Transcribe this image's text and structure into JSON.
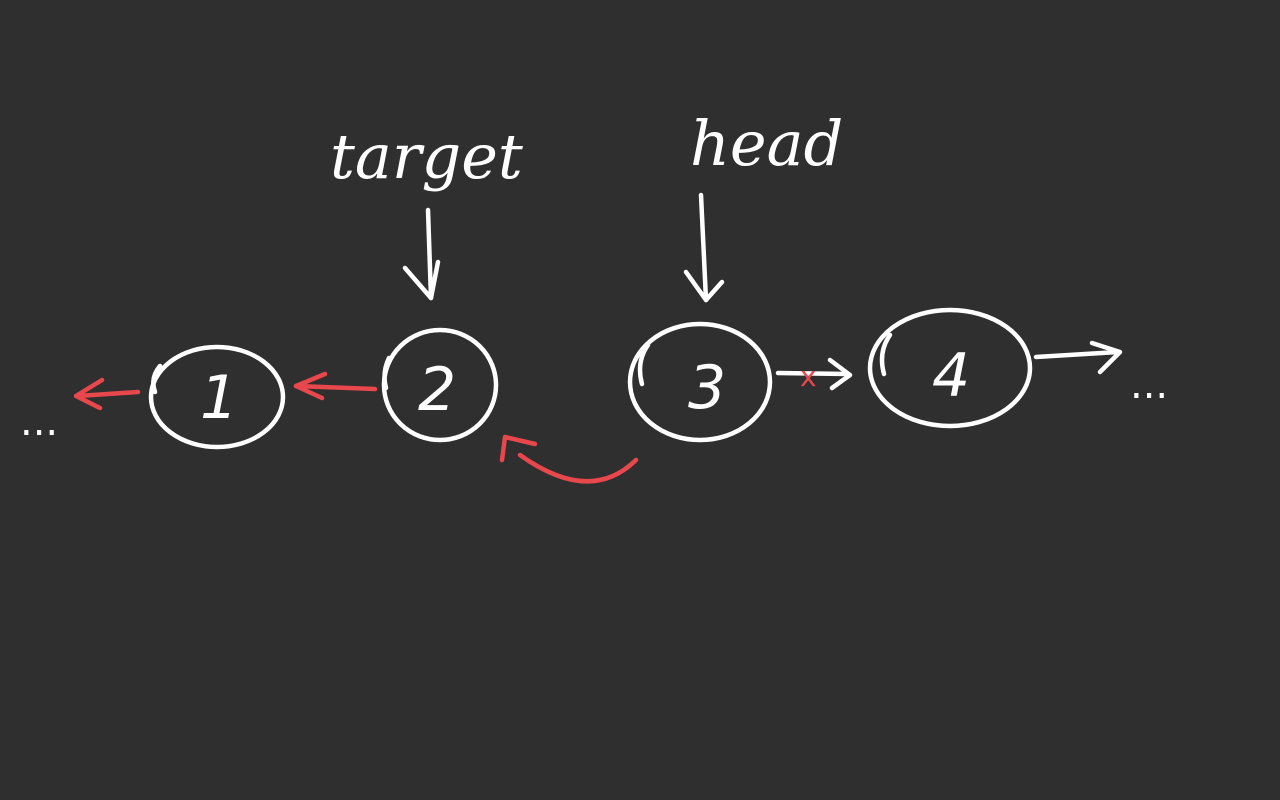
{
  "colors": {
    "background": "#2f2f2f",
    "ink": "#ffffff",
    "accent": "#e8474c"
  },
  "labels": {
    "target": "target",
    "head": "head"
  },
  "nodes": [
    "1",
    "2",
    "3",
    "4"
  ],
  "ellipsis": {
    "left": "...",
    "right": "..."
  },
  "broken_link_mark": "x"
}
